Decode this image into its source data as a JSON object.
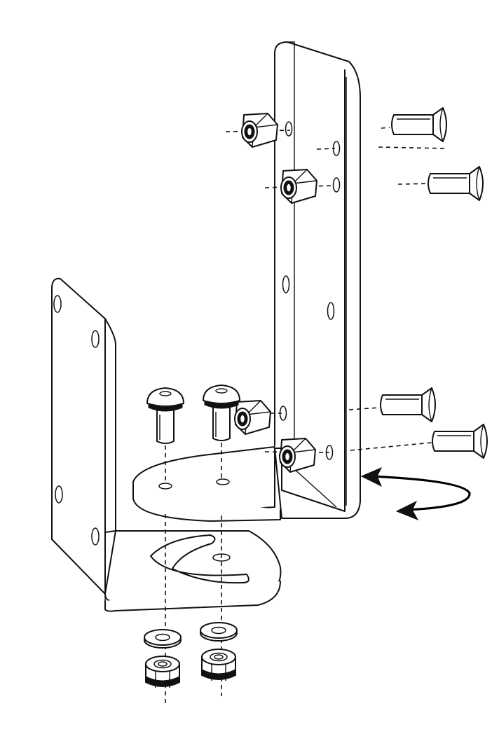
{
  "diagram": {
    "type": "exploded-assembly-drawing",
    "parts": [
      {
        "name": "vertical-bracket",
        "icon": "l-bracket"
      },
      {
        "name": "rotating-plate",
        "icon": "round-tab-plate"
      },
      {
        "name": "base-bracket",
        "icon": "l-bracket-with-slot"
      },
      {
        "name": "countersunk-screws",
        "count": 4,
        "icon": "flat-head-screw"
      },
      {
        "name": "button-head-screws",
        "count": 2,
        "icon": "button-head-screw"
      },
      {
        "name": "nylon-lock-nuts",
        "count": 6,
        "icon": "lock-nut"
      },
      {
        "name": "flat-washers",
        "count": 2,
        "icon": "washer"
      }
    ],
    "rotation_arrow": {
      "icon": "double-curved-arrow"
    },
    "colors": {
      "line": "#111111",
      "background": "#ffffff"
    }
  }
}
